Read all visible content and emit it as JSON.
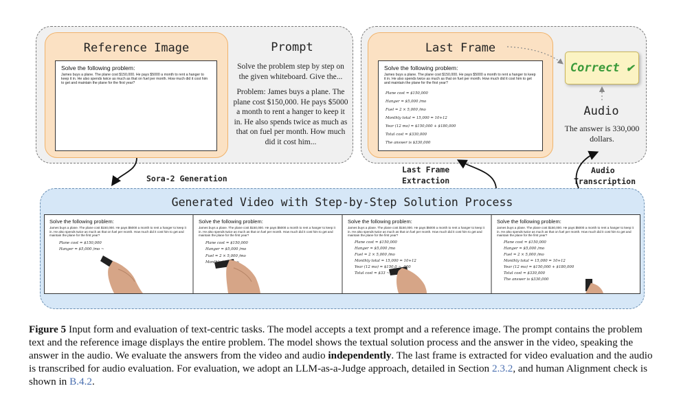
{
  "input_panel": {
    "reference_title": "Reference Image",
    "prompt_title": "Prompt",
    "prompt_text": "Solve the problem step by step on the given whiteboard.  Give the...",
    "problem_text": "Problem: James buys a plane. The plane cost $150,000. He pays $5000 a month to rent a hanger to keep it in. He also spends twice as much as that on fuel per month. How much did it cost him..."
  },
  "whiteboard": {
    "heading": "Solve the following problem:",
    "problem": "James buys a plane. The plane cost $150,000. He pays $5000 a month to rent a hanger to keep it in. He also spends twice as much as that on fuel per month. How much did it cost him to get and maintain the plane for the first year?"
  },
  "output_panel": {
    "last_frame_title": "Last Frame",
    "correct_label": "Correct",
    "check_icon": "check-icon",
    "audio_title": "Audio",
    "audio_text": "The answer is 330,000 dollars."
  },
  "solution_lines": [
    "Plane cost = $150,000",
    "Hanger = $5,000 /mo",
    "Fuel = 2 × 5,000 /mo",
    "Monthly total = 15,000 = 10+12",
    "Year (12 mo) = $150,000 + $180,000",
    "Total cost = $330,000",
    "The answer is $330,000"
  ],
  "frame_partial_lines": [
    [
      "Plane cost = $150,000",
      "Hanger = $5,000 /mo ~"
    ],
    [
      "Plane cost = $150,000",
      "Hanger = $5,000 /mo",
      "Fuel = 2 × 5,000 /mo",
      "Monthly total = ~"
    ],
    [
      "Plane cost = $150,000",
      "Hanger = $5,000 /mo",
      "Fuel = 2 × 5,000 /mo",
      "Monthly total = 15,000 = 10+12",
      "Year (12 mo) = $150,0 ~ ,000",
      "Total cost = $33 ~"
    ],
    [
      "Plane cost = $150,000",
      "Hanger = $5,000 /mo",
      "Fuel = 2 × 5,000 /mo",
      "Monthly total = 15,000 = 10+12",
      "Year (12 mo) = $150,000 + $180,000",
      "Total cost = $330,000",
      "The answer is $330,000"
    ]
  ],
  "labels": {
    "sora_generation": "Sora-2 Generation",
    "last_frame_extraction_1": "Last Frame",
    "last_frame_extraction_2": "Extraction",
    "audio_transcription_1": "Audio",
    "audio_transcription_2": "Transcription",
    "generated_video_title": "Generated Video with Step-by-Step Solution Process"
  },
  "caption": {
    "figure_label": "Figure 5",
    "part1": " Input form and evaluation of text-centric tasks. The model accepts a text prompt and a reference image. The prompt contains the problem text and the reference image displays the entire problem. The model shows the textual solution process and the answer in the video, speaking the answer in the audio. We evaluate the answers from the video and audio ",
    "bold_word": "independently",
    "part2": ". The last frame is extracted for video evaluation and the audio is transcribed for audio evaluation. For evaluation, we adopt an LLM-as-a-Judge approach, detailed in Section ",
    "link1": "2.3.2",
    "part3": ", and human Alignment check is shown in ",
    "link2": "B.4.2",
    "part4": "."
  }
}
